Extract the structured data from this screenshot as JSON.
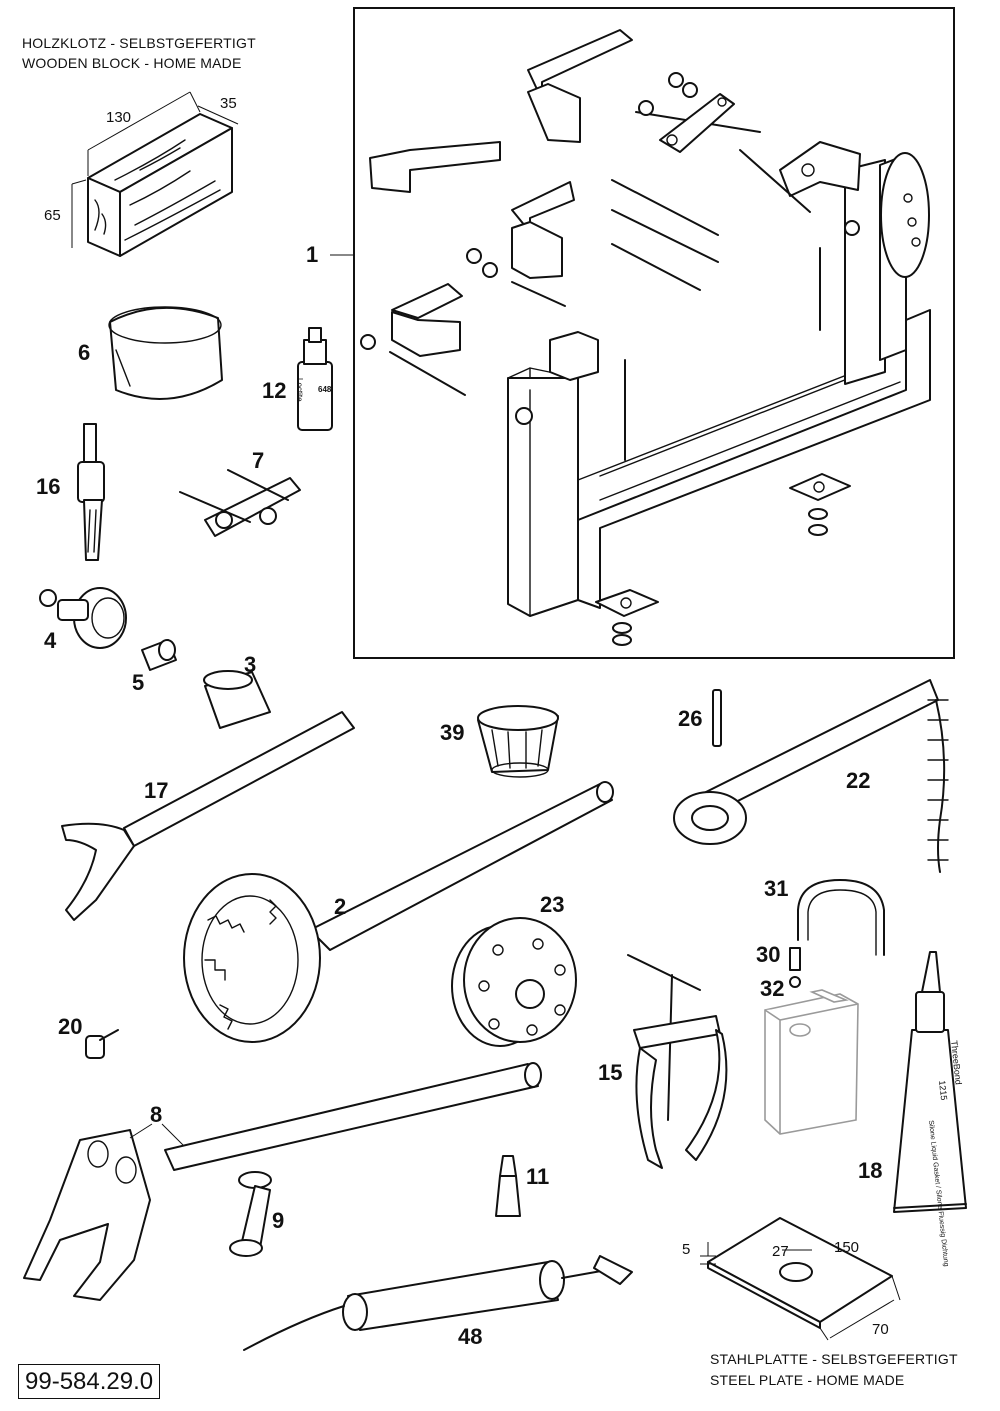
{
  "notes": {
    "wood_block_de": "HOLZKLOTZ - SELBSTGEFERTIGT",
    "wood_block_en": "WOODEN BLOCK - HOME MADE",
    "steel_plate_de": "STAHLPLATTE - SELBSTGEFERTIGT",
    "steel_plate_en": "STEEL PLATE - HOME MADE"
  },
  "dimensions": {
    "wood_length": "130",
    "wood_depth": "35",
    "wood_height": "65",
    "plate_thickness": "5",
    "plate_hole": "27",
    "plate_length": "150",
    "plate_width": "70"
  },
  "callouts": {
    "c1": "1",
    "c2": "2",
    "c3": "3",
    "c4": "4",
    "c5": "5",
    "c6": "6",
    "c7": "7",
    "c8": "8",
    "c9": "9",
    "c11": "11",
    "c12": "12",
    "c15": "15",
    "c16": "16",
    "c17": "17",
    "c18": "18",
    "c20": "20",
    "c22": "22",
    "c23": "23",
    "c26": "26",
    "c30": "30",
    "c31": "31",
    "c32": "32",
    "c39": "39",
    "c48": "48"
  },
  "part_number": "99-584.29.0",
  "labels": {
    "tube12_a": "Loctite",
    "tube12_b": "648",
    "tube18_brand": "ThreeBond",
    "tube18_code": "1215",
    "tube18_desc": "Silone Liquid Gasket / Silone Fluessig Dichtung"
  }
}
